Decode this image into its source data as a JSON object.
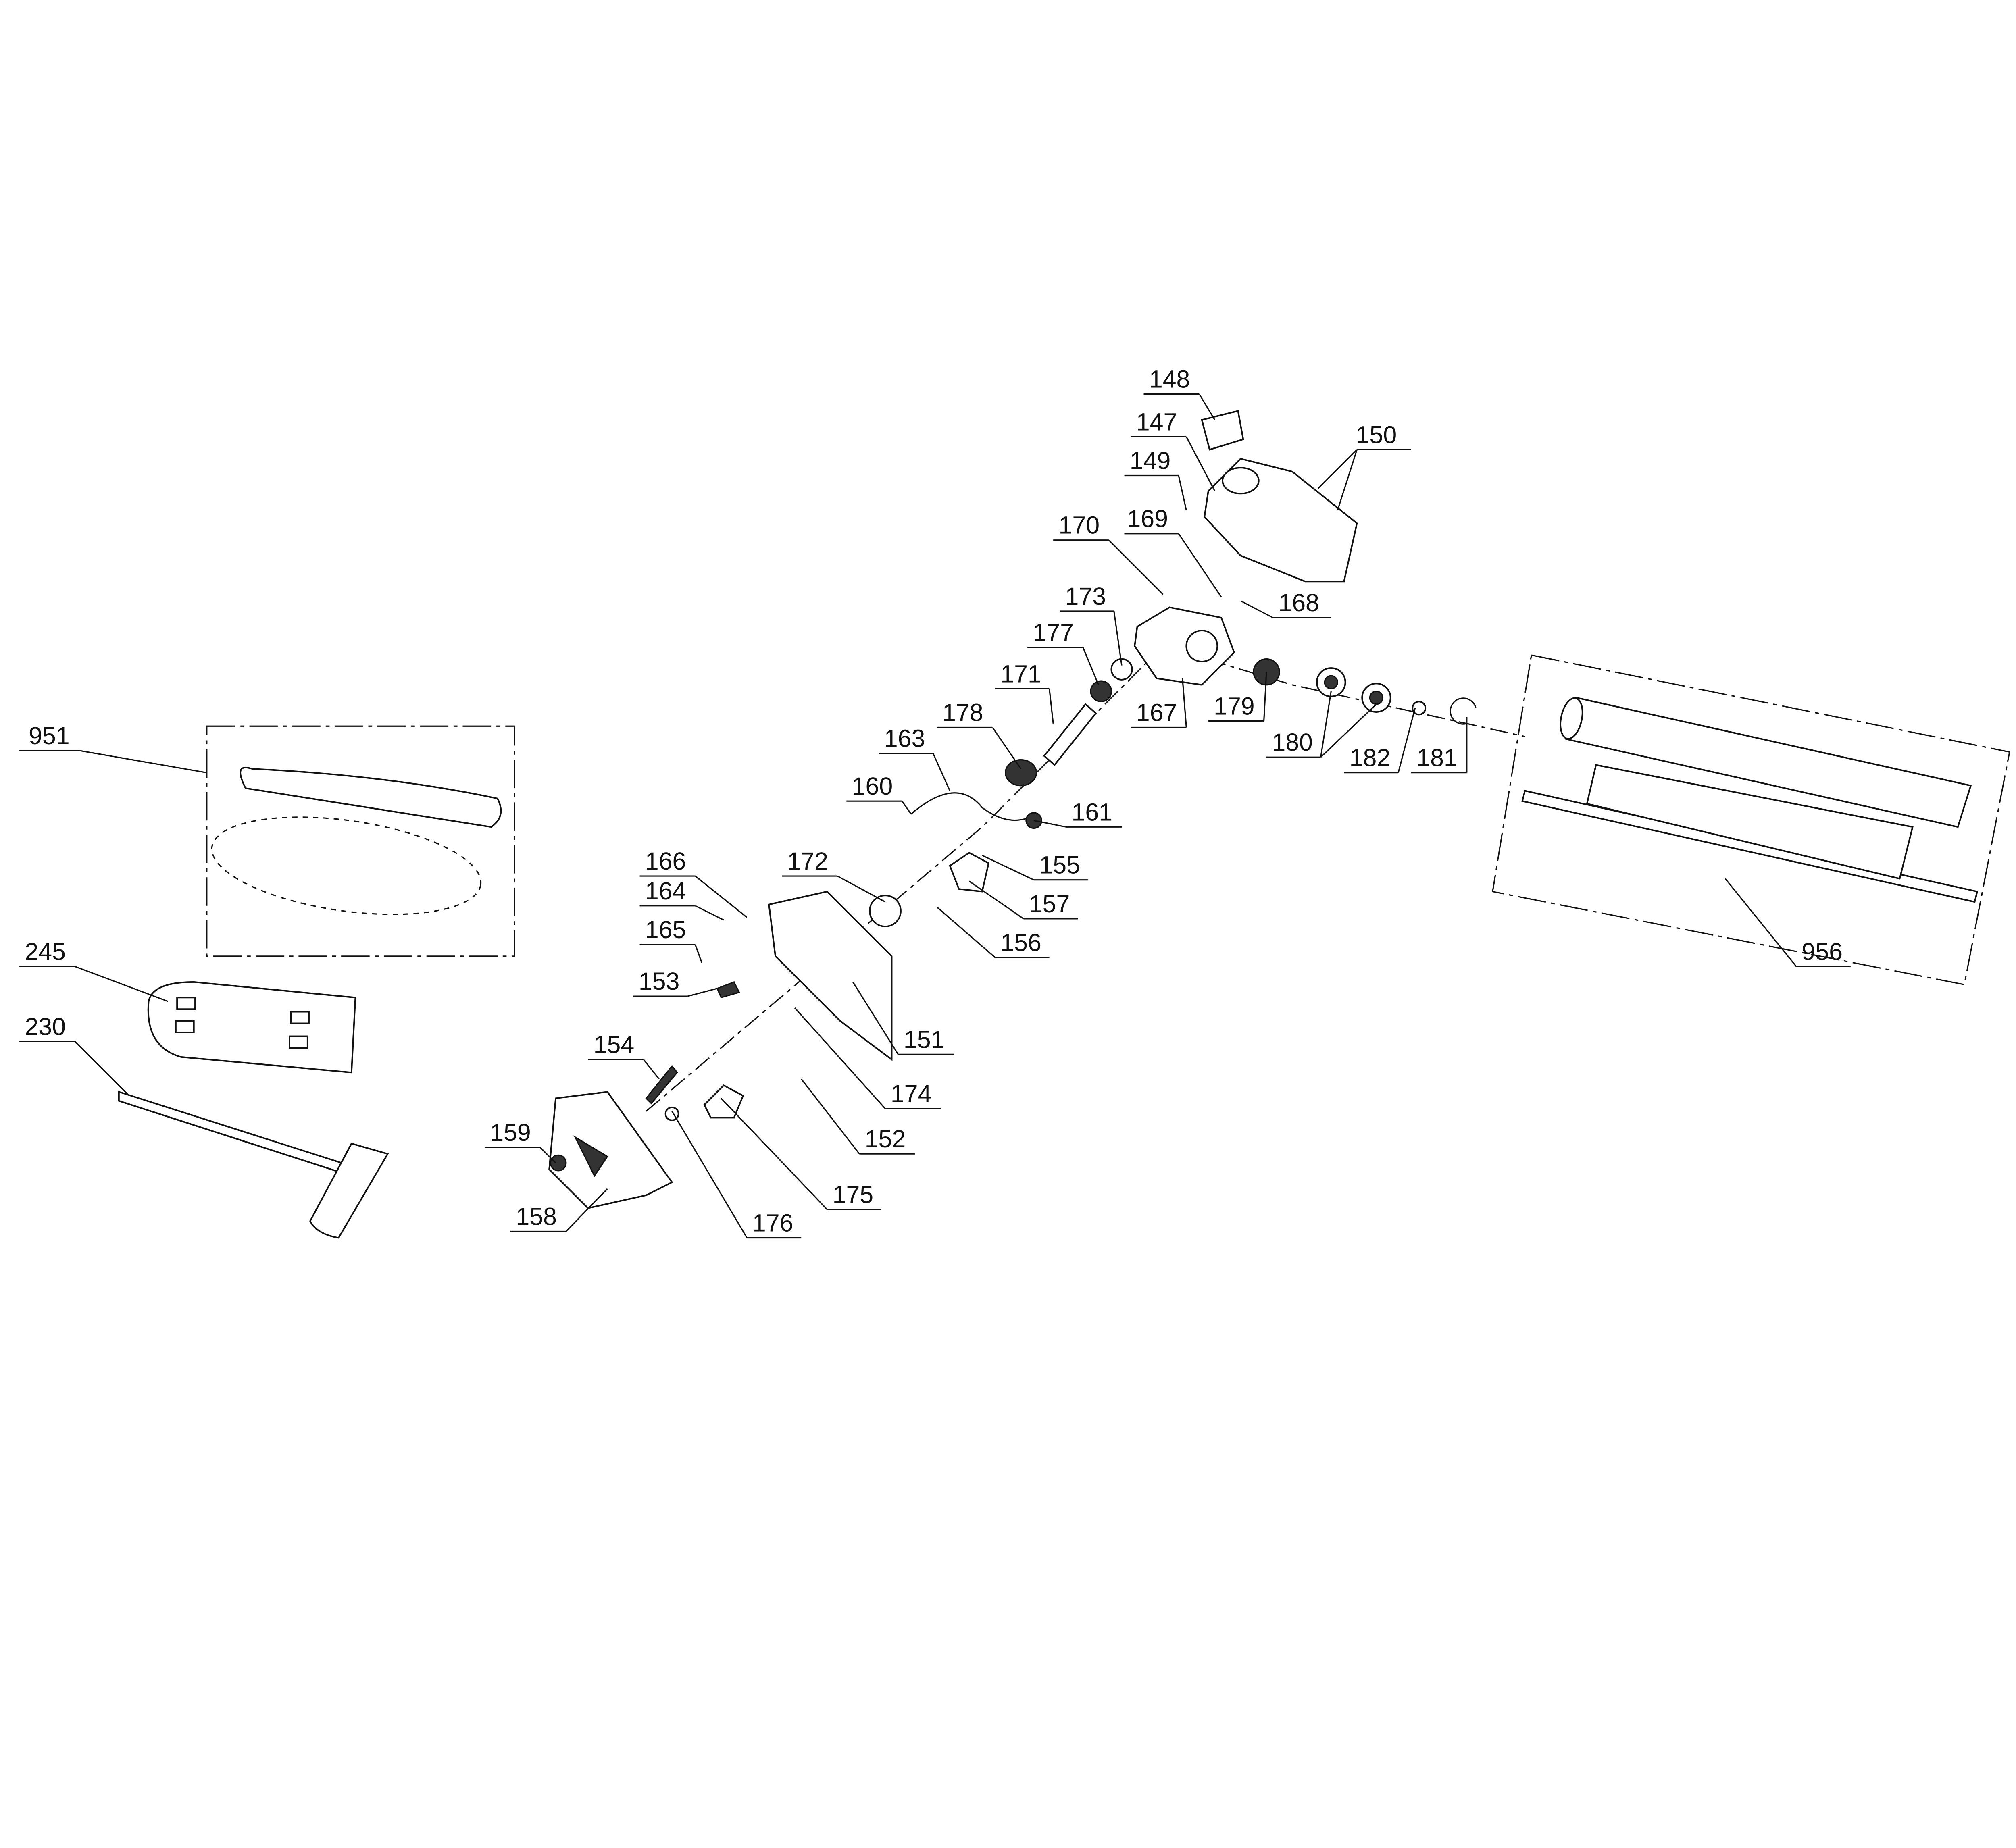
{
  "diagram": {
    "title": "Exploded parts diagram",
    "callouts": [
      {
        "label": "148"
      },
      {
        "label": "147"
      },
      {
        "label": "149"
      },
      {
        "label": "150"
      },
      {
        "label": "170"
      },
      {
        "label": "169"
      },
      {
        "label": "168"
      },
      {
        "label": "173"
      },
      {
        "label": "177"
      },
      {
        "label": "171"
      },
      {
        "label": "167"
      },
      {
        "label": "179"
      },
      {
        "label": "178"
      },
      {
        "label": "180"
      },
      {
        "label": "182"
      },
      {
        "label": "181"
      },
      {
        "label": "163"
      },
      {
        "label": "160"
      },
      {
        "label": "161"
      },
      {
        "label": "155"
      },
      {
        "label": "157"
      },
      {
        "label": "156"
      },
      {
        "label": "172"
      },
      {
        "label": "166"
      },
      {
        "label": "164"
      },
      {
        "label": "165"
      },
      {
        "label": "153"
      },
      {
        "label": "151"
      },
      {
        "label": "154"
      },
      {
        "label": "174"
      },
      {
        "label": "152"
      },
      {
        "label": "175"
      },
      {
        "label": "159"
      },
      {
        "label": "176"
      },
      {
        "label": "158"
      },
      {
        "label": "951"
      },
      {
        "label": "245"
      },
      {
        "label": "230"
      },
      {
        "label": "956"
      }
    ]
  }
}
